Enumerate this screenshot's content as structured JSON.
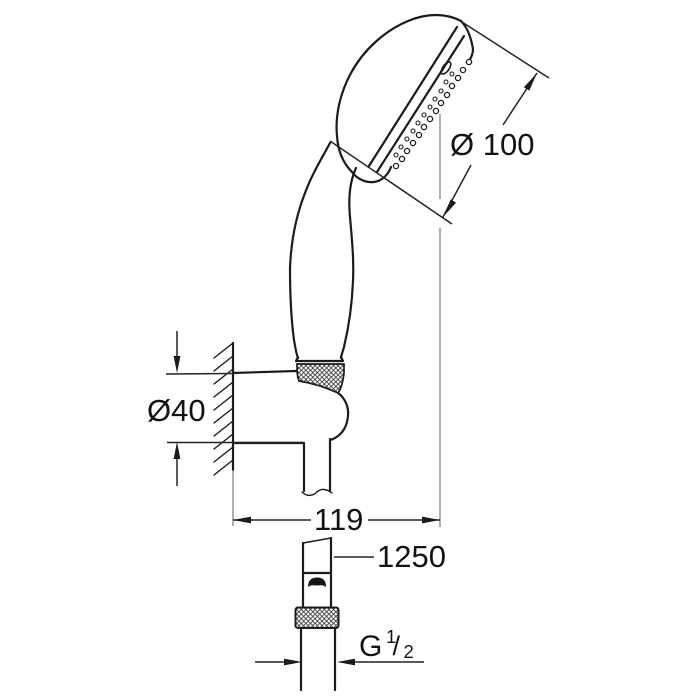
{
  "drawing": {
    "background_color": "#ffffff",
    "line_color": "#1b1b1b",
    "labels": {
      "head_diameter": "Ø 100",
      "holder_diameter": "Ø40",
      "wall_offset": "119",
      "hose_length": "1250",
      "thread_g": "G",
      "thread_numerator": "1",
      "thread_slash": "/",
      "thread_denominator": "2"
    },
    "values": {
      "head_diameter_mm": 100,
      "holder_diameter_mm": 40,
      "wall_offset_mm": 119,
      "hose_length_mm": 1250,
      "thread_size": "G 1/2"
    }
  }
}
